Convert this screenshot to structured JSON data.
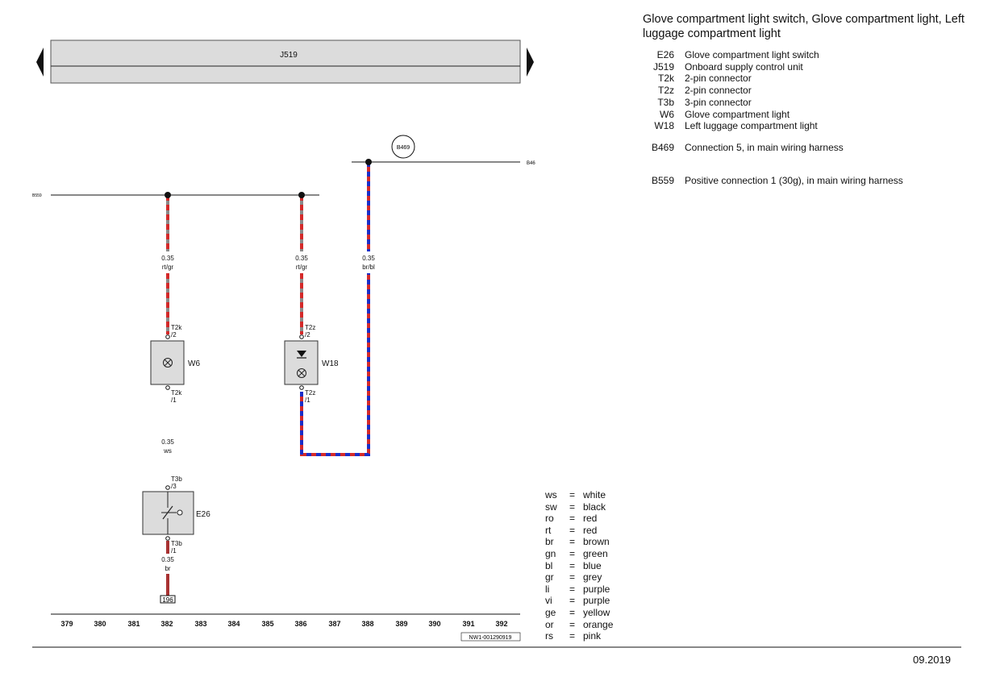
{
  "title": "Glove compartment light switch, Glove compartment light, Left luggage compartment light",
  "control_unit": {
    "code": "J519"
  },
  "legend": [
    {
      "code": "E26",
      "desc": "Glove compartment light switch"
    },
    {
      "code": "J519",
      "desc": "Onboard supply control unit"
    },
    {
      "code": "T2k",
      "desc": "2-pin connector"
    },
    {
      "code": "T2z",
      "desc": "2-pin connector"
    },
    {
      "code": "T3b",
      "desc": "3-pin connector"
    },
    {
      "code": "W6",
      "desc": "Glove compartment light"
    },
    {
      "code": "W18",
      "desc": "Left luggage compartment light"
    }
  ],
  "connections": [
    {
      "code": "B469",
      "desc": "Connection 5, in main wiring harness"
    },
    {
      "code": "B559",
      "desc": "Positive connection 1 (30g), in main wiring harness"
    }
  ],
  "color_codes": [
    {
      "abbr": "ws",
      "name": "white"
    },
    {
      "abbr": "sw",
      "name": "black"
    },
    {
      "abbr": "ro",
      "name": "red"
    },
    {
      "abbr": "rt",
      "name": "red"
    },
    {
      "abbr": "br",
      "name": "brown"
    },
    {
      "abbr": "gn",
      "name": "green"
    },
    {
      "abbr": "bl",
      "name": "blue"
    },
    {
      "abbr": "gr",
      "name": "grey"
    },
    {
      "abbr": "li",
      "name": "purple"
    },
    {
      "abbr": "vi",
      "name": "purple"
    },
    {
      "abbr": "ge",
      "name": "yellow"
    },
    {
      "abbr": "or",
      "name": "orange"
    },
    {
      "abbr": "rs",
      "name": "pink"
    }
  ],
  "diagram": {
    "bus_b559_label": "B559",
    "bus_b469_label": "B46",
    "b469_circle": "B469",
    "wire1": {
      "size": "0.35",
      "color": "rt/gr"
    },
    "wire2": {
      "size": "0.35",
      "color": "rt/gr"
    },
    "wire3": {
      "size": "0.35",
      "color": "br/bl"
    },
    "wire4": {
      "size": "0.35",
      "color": "ws"
    },
    "wire5": {
      "size": "0.35",
      "color": "br"
    },
    "w6": {
      "label": "W6",
      "pin_top": "T2k",
      "pin_top_no": "/2",
      "pin_bot": "T2k",
      "pin_bot_no": "/1"
    },
    "w18": {
      "label": "W18",
      "pin_top": "T2z",
      "pin_top_no": "/2",
      "pin_bot": "T2z",
      "pin_bot_no": "/1"
    },
    "e26": {
      "label": "E26",
      "pin_top": "T3b",
      "pin_top_no": "/3",
      "pin_bot": "T3b",
      "pin_bot_no": "/1"
    },
    "ref_box": "196",
    "grid": [
      "379",
      "380",
      "381",
      "382",
      "383",
      "384",
      "385",
      "386",
      "387",
      "388",
      "389",
      "390",
      "391",
      "392"
    ],
    "drawing_id": "NW1-001290919"
  },
  "date": "09.2019",
  "colors": {
    "red": "#d42a2a",
    "grey": "#8a8a8a",
    "blue": "#1a2fc9",
    "brown": "#a83232",
    "component_fill": "#dcdcdc"
  }
}
